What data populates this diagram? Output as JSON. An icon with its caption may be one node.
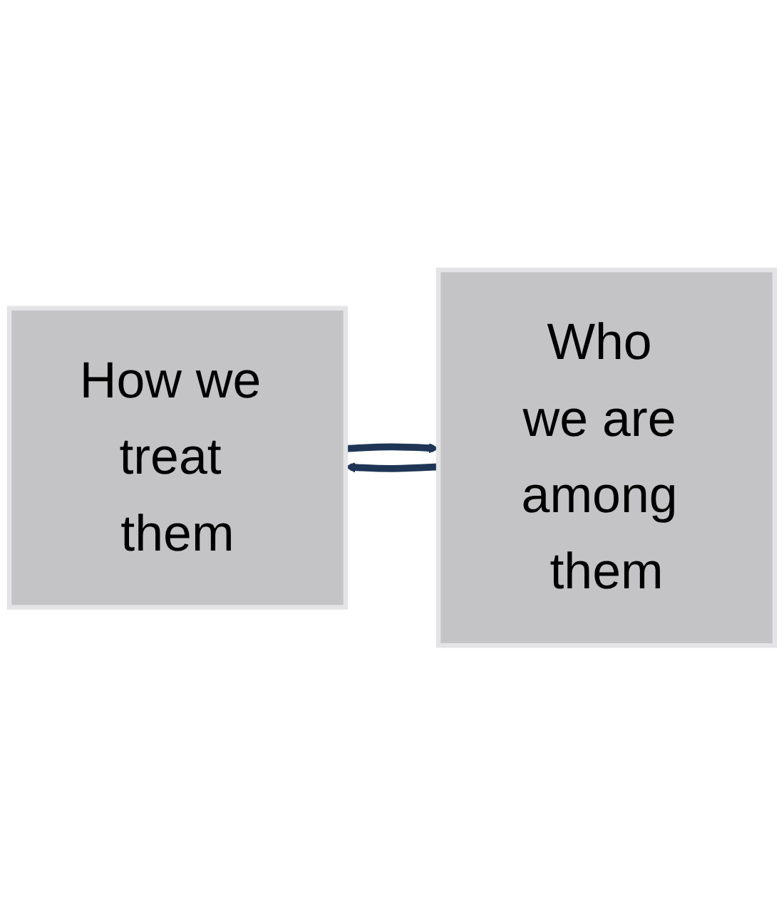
{
  "diagram": {
    "nodes": [
      {
        "text": [
          "How we treat them"
        ]
      },
      {
        "text": [
          "Who we are among them"
        ]
      }
    ],
    "edges": [
      {
        "from": 0,
        "to": 1,
        "arrow": "to"
      },
      {
        "from": 1,
        "to": 0,
        "arrow": "to"
      }
    ]
  }
}
